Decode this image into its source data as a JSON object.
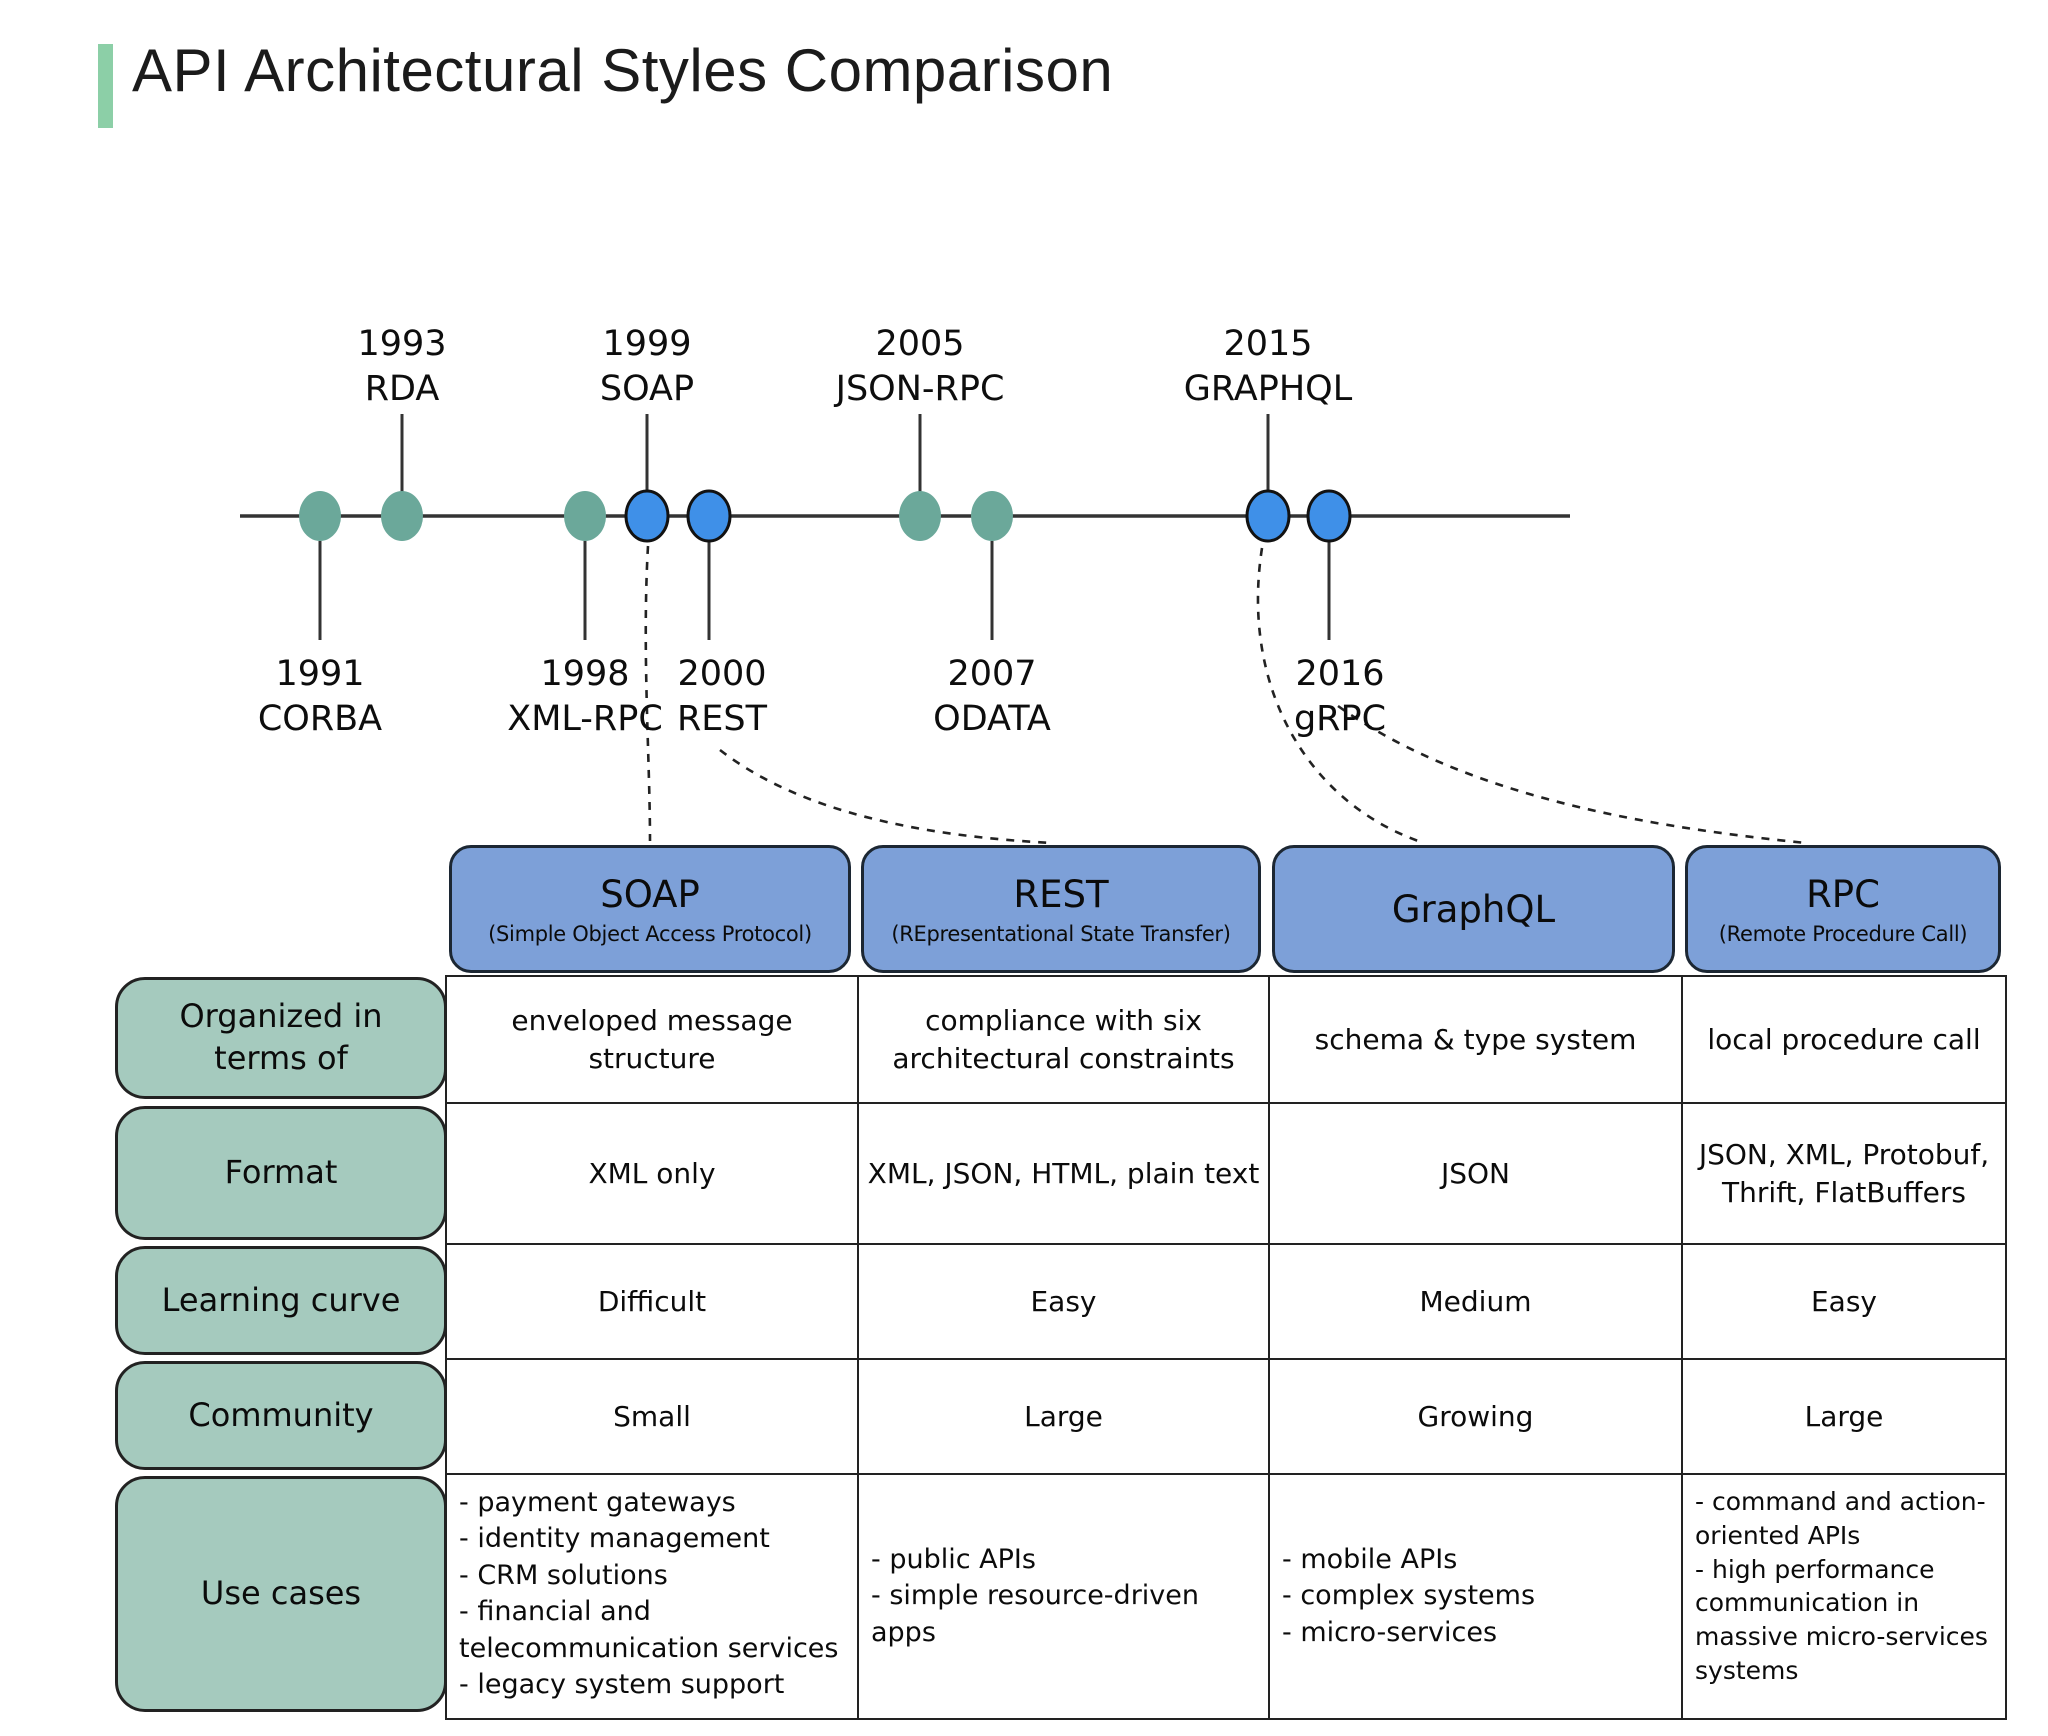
{
  "title": "API Architectural Styles Comparison",
  "colors": {
    "accent_green": "#8ccfa7",
    "dot_teal": "#6ba89a",
    "dot_blue": "#3f90e8",
    "header_blue": "#7da0d8",
    "label_teal": "#a5cabe",
    "border_dark": "#222222"
  },
  "timeline": {
    "events_above": [
      {
        "year": "1993",
        "name": "RDA"
      },
      {
        "year": "1999",
        "name": "SOAP"
      },
      {
        "year": "2005",
        "name": "JSON-RPC"
      },
      {
        "year": "2015",
        "name": "GRAPHQL"
      }
    ],
    "events_below": [
      {
        "year": "1991",
        "name": "CORBA"
      },
      {
        "year": "1998",
        "name": "XML-RPC"
      },
      {
        "year": "2000",
        "name": "REST"
      },
      {
        "year": "2007",
        "name": "ODATA"
      },
      {
        "year": "2016",
        "name": "gRPC"
      }
    ]
  },
  "table": {
    "columns": [
      {
        "name": "SOAP",
        "subtitle": "(Simple Object Access Protocol)"
      },
      {
        "name": "REST",
        "subtitle": "(REpresentational State Transfer)"
      },
      {
        "name": "GraphQL",
        "subtitle": ""
      },
      {
        "name": "RPC",
        "subtitle": "(Remote Procedure Call)"
      }
    ],
    "rows": [
      {
        "label": "Organized in terms of",
        "cells": [
          "enveloped message structure",
          "compliance with six architectural constraints",
          "schema & type system",
          "local procedure call"
        ]
      },
      {
        "label": "Format",
        "cells": [
          "XML only",
          "XML, JSON, HTML, plain text",
          "JSON",
          "JSON, XML, Protobuf, Thrift, FlatBuffers"
        ]
      },
      {
        "label": "Learning curve",
        "cells": [
          "Difficult",
          "Easy",
          "Medium",
          "Easy"
        ]
      },
      {
        "label": "Community",
        "cells": [
          "Small",
          "Large",
          "Growing",
          "Large"
        ]
      },
      {
        "label": "Use cases",
        "cells": [
          [
            "- payment gateways",
            "- identity management",
            "- CRM solutions",
            "- financial and telecommunication services",
            "- legacy system support"
          ],
          [
            "- public APIs",
            "- simple resource-driven apps"
          ],
          [
            "- mobile APIs",
            "- complex systems",
            "- micro-services"
          ],
          [
            "- command and action-oriented APIs",
            "- high performance communication in massive micro-services systems"
          ]
        ]
      }
    ]
  }
}
